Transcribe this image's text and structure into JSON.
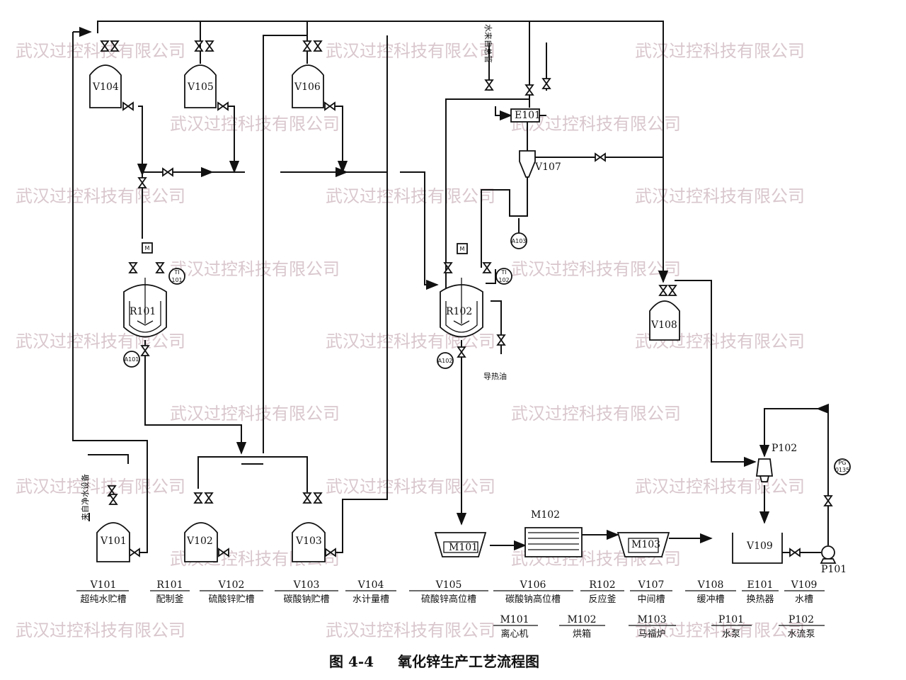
{
  "watermark": {
    "text": "武汉过控科技有限公司",
    "color": "#d9c7cd"
  },
  "equipment": {
    "V104": "V104",
    "V105": "V105",
    "V106": "V106",
    "R101": "R101",
    "R102": "R102",
    "V101": "V101",
    "V102": "V102",
    "V103": "V103",
    "V107": "V107",
    "V108": "V108",
    "V109": "V109",
    "E101": "E101",
    "M101": "M101",
    "M102": "M102",
    "M103": "M103",
    "P101": "P101",
    "P102": "P102"
  },
  "instruments": {
    "M1": "M",
    "M2": "M",
    "TI101_tag": "TI",
    "TI101_num": "101",
    "TI102_tag": "TI",
    "TI102_num": "102",
    "PG_tag": "PG",
    "PG_num": "0135",
    "A101": "A101",
    "A102": "A102",
    "A103": "A103"
  },
  "side_labels": {
    "tap_water": "水来自总管",
    "pure_water": "来自净水设备",
    "heat_oil": "导热油"
  },
  "legend": {
    "row1": [
      {
        "code": "V101",
        "name": "超纯水贮槽"
      },
      {
        "code": "R101",
        "name": "配制釜"
      },
      {
        "code": "V102",
        "name": "硫酸锌贮槽"
      },
      {
        "code": "V103",
        "name": "碳酸钠贮槽"
      },
      {
        "code": "V104",
        "name": "水计量槽"
      },
      {
        "code": "V105",
        "name": "硫酸锌高位槽"
      },
      {
        "code": "V106",
        "name": "碳酸钠高位槽"
      },
      {
        "code": "R102",
        "name": "反应釜"
      },
      {
        "code": "V107",
        "name": "中间槽"
      },
      {
        "code": "V108",
        "name": "缓冲槽"
      },
      {
        "code": "E101",
        "name": "换热器"
      },
      {
        "code": "V109",
        "name": "水槽"
      }
    ],
    "row2": [
      {
        "code": "M101",
        "name": "离心机"
      },
      {
        "code": "M102",
        "name": "烘箱"
      },
      {
        "code": "M103",
        "name": "马福炉"
      },
      {
        "code": "P101",
        "name": "水泵"
      },
      {
        "code": "P102",
        "name": "水流泵"
      }
    ]
  },
  "caption": {
    "fig": "图 4-4",
    "title": "氧化锌生产工艺流程图"
  }
}
